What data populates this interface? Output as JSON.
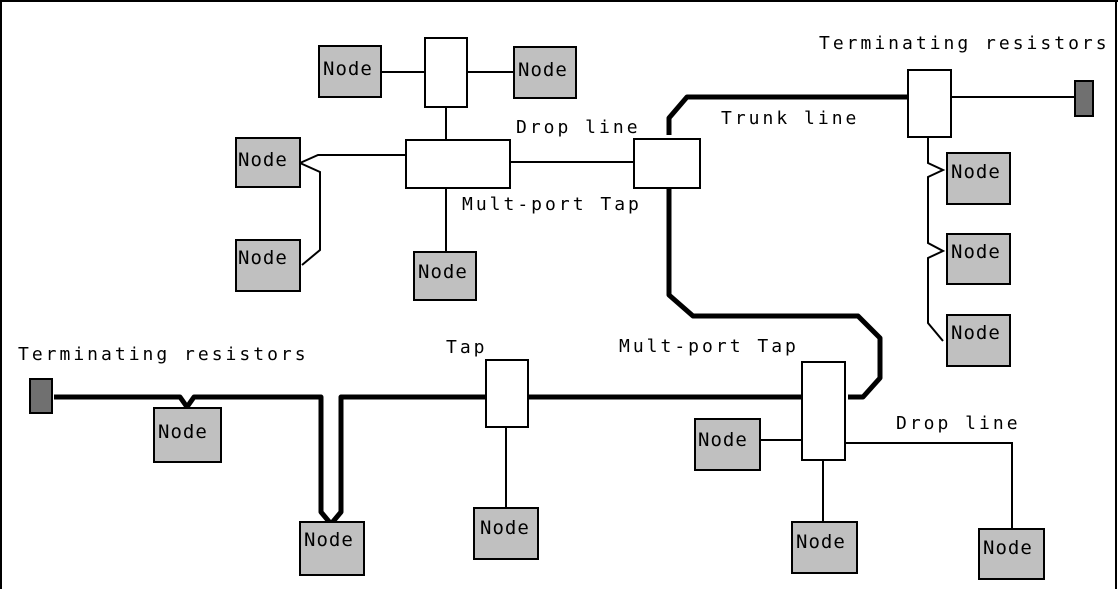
{
  "labels": {
    "node": "Node",
    "terminating_resistors": "Terminating resistors",
    "trunk_line": "Trunk line",
    "drop_line": "Drop line",
    "mult_port_tap": "Mult-port Tap",
    "tap": "Tap"
  },
  "colors": {
    "node_fill": "#c0c0c0",
    "resistor_fill": "#707070",
    "line": "#000000",
    "background": "#ffffff"
  }
}
